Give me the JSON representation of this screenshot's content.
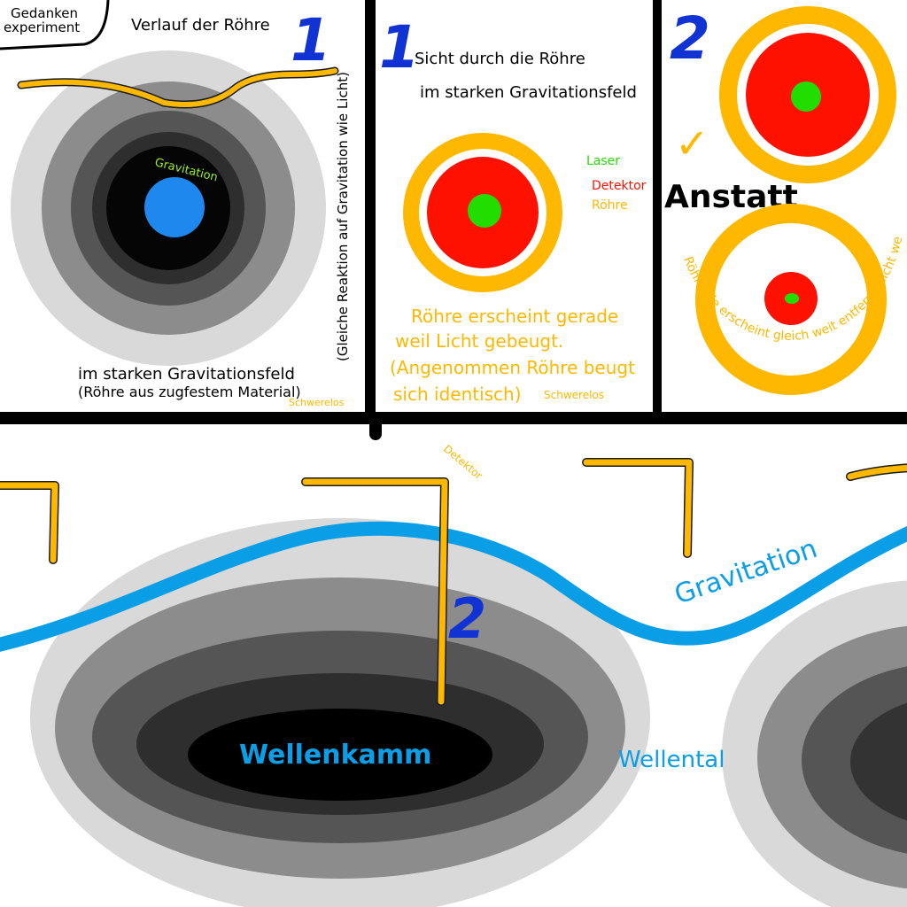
{
  "colors": {
    "tube": "#ffb800",
    "gravity_blue": "#0a9ee6",
    "number_blue": "#1133d4",
    "laser_green": "#22dd00",
    "detector_red": "#ff1100",
    "gravity_source": "#1e88ee",
    "frame": "#000000",
    "ring_1": "#d9d9d9",
    "ring_2": "#8c8c8c",
    "ring_3": "#555555",
    "ring_4": "#2e2e2e",
    "core": "#000000"
  },
  "panel1": {
    "tag": "Gedanken experiment",
    "tag_line1": "Gedanken",
    "tag_line2": "experiment",
    "title": "Verlauf der Röhre",
    "number": "1",
    "gravity_label": "Gravitation",
    "vertical_note": "(Gleiche Reaktion auf Gravitation wie Licht)",
    "bottom_line1": "im starken Gravitationsfeld",
    "bottom_line2": "(Röhre aus zugfestem Material)",
    "weightless": "Schwerelos"
  },
  "panel2": {
    "number": "1",
    "title_line1": "Sicht durch die Röhre",
    "title_line2": "im starken Gravitationsfeld",
    "legend": {
      "laser": "Laser",
      "detector": "Detektor",
      "tube": "Röhre"
    },
    "note_line1": "Röhre erscheint gerade",
    "note_line2": "weil Licht gebeugt.",
    "note_line3": "(Angenommen Röhre beugt",
    "note_line4": "sich identisch)",
    "weightless": "Schwerelos"
  },
  "panel3": {
    "number": "2",
    "checkmark": "✓",
    "instead": "Anstatt",
    "arc_note": "Röhrende erscheint gleich weit entfernt, nicht weit weg. (Beugung)"
  },
  "panel4": {
    "detector_label": "Detektor",
    "number": "2",
    "gravity_label": "Gravitation",
    "crest_label": "Wellenkamm",
    "trough_label": "Wellental"
  }
}
